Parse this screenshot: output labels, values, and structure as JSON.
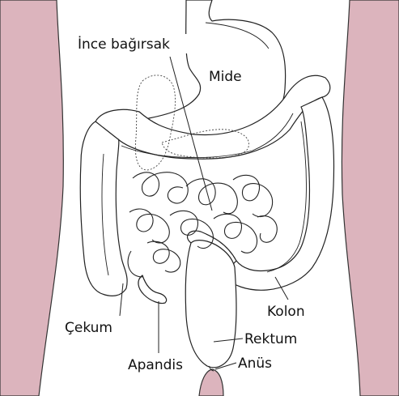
{
  "labels": {
    "small_intestine": "İnce bağırsak",
    "stomach": "Mide",
    "colon": "Kolon",
    "cecum": "Çekum",
    "rectum": "Rektum",
    "appendix": "Apandis",
    "anus": "Anüs"
  },
  "colors": {
    "skin": "#dcb4bd",
    "outline": "#222222",
    "background": "#ffffff"
  }
}
